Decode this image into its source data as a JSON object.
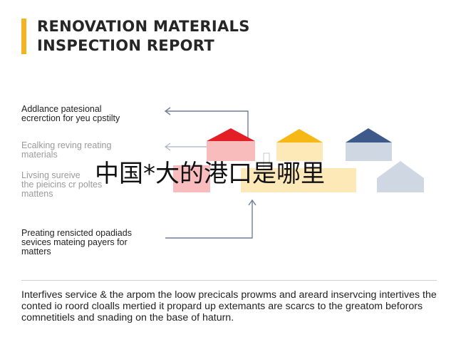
{
  "report": {
    "title_line1": "RENOVATION MATERIALS",
    "title_line2": "INSPECTION REPORT"
  },
  "callouts": [
    {
      "line1": "Addlance patesional",
      "line2": "ecrerction for yeu cpstilty"
    },
    {
      "line1": "Ecalking reving reating",
      "line2": "materials"
    },
    {
      "line1": "Livsing sureive",
      "line2": "the pieicins cr poltes",
      "line3": "mattens"
    },
    {
      "line1": "Preating rensicted opadiads",
      "line2": "sevices mateing payers for",
      "line3": "matters"
    }
  ],
  "footer": {
    "paragraph": "Interfives service & the arpom the loow precicals prowms and areard inservcing intertives the conted io roord cloalls mertied it propard up extemants are scarcs to the greatom beforors comnetitiels and snading on the base of haturn."
  },
  "overlay": {
    "text": "中国*大的港口是哪里"
  },
  "colors": {
    "accent": "#f2b521",
    "red": "#e31e24",
    "pink": "#f9bcbc",
    "yellow": "#f5b817",
    "cream": "#fde9b8",
    "navy": "#3d5a8a",
    "light_blue": "#cfd7e3",
    "arrow": "#6f7f99"
  },
  "icons": [
    "house-icon-red",
    "house-icon-yellow",
    "house-icon-navy",
    "house-icon-light"
  ]
}
